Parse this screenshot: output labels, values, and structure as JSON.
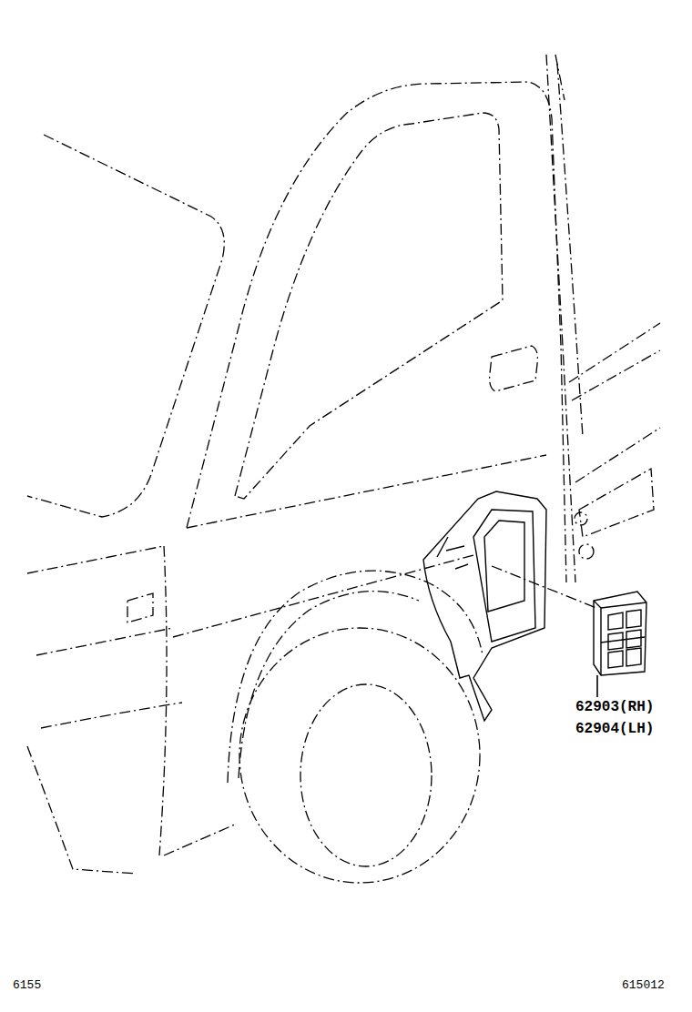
{
  "diagram": {
    "labels": [
      "62903(RH)",
      "62904(LH)",
      "6155",
      "615012"
    ]
  }
}
